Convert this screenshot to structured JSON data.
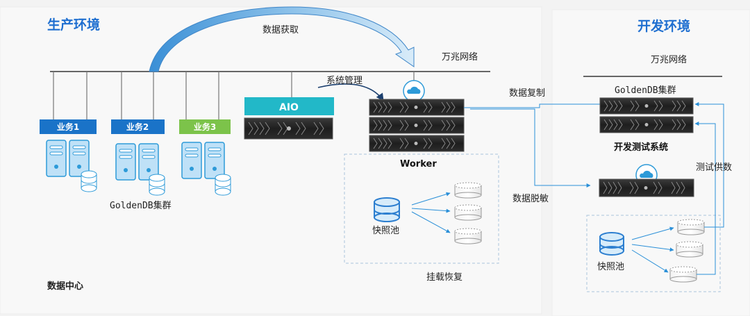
{
  "prod": {
    "title": "生产环境",
    "network": "万兆网络",
    "data_fetch": "数据获取",
    "sys_mgmt": "系统管理",
    "aio": "AIO",
    "biz1": "业务1",
    "biz2": "业务2",
    "biz3": "业务3",
    "goldendb": "GoldenDB集群",
    "datacenter": "数据中心",
    "worker": "Worker",
    "snapshot_pool": "快照池",
    "mount_restore": "挂载恢复"
  },
  "flows": {
    "data_copy": "数据复制",
    "data_mask": "数据脱敏",
    "test_supply": "测试供数"
  },
  "dev": {
    "title": "开发环境",
    "network": "万兆网络",
    "goldendb": "GoldenDB集群",
    "test_system": "开发测试系统",
    "snapshot_pool": "快照池"
  },
  "colors": {
    "title_blue": "#1f6fd0",
    "biz1": "#1a73c8",
    "biz2": "#1a73c8",
    "biz3": "#7cc34a",
    "aio": "#22b8c8",
    "server_light": "#9fd3f2",
    "server_dark": "#2d9ad8",
    "line_blue": "#2a7fd4"
  }
}
